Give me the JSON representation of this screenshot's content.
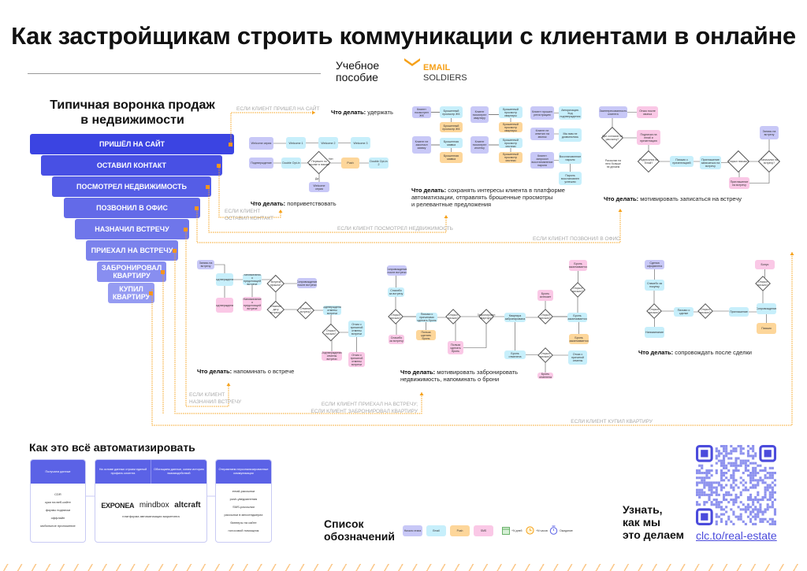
{
  "header": {
    "title": "Как застройщикам строить коммуникации с клиентами в онлайне",
    "manual": [
      "Учебное",
      "пособие"
    ],
    "brand": {
      "line1": "EMAIL",
      "line2": "SOLDIERS"
    }
  },
  "colors": {
    "accent": "#5b62e6",
    "orange": "#f6941d",
    "brand_orange": "#f6a11a"
  },
  "funnel": {
    "title": [
      "Типичная воронка продаж",
      "в недвижимости"
    ],
    "steps": [
      "ПРИШЁЛ НА САЙТ",
      "ОСТАВИЛ КОНТАКТ",
      "ПОСМОТРЕЛ НЕДВИЖИМОСТЬ",
      "ПОЗВОНИЛ В ОФИС",
      "НАЗНАЧИЛ ВСТРЕЧУ",
      "ПРИЕХАЛ НА ВСТРЕЧУ",
      "ЗАБРОНИРОВАЛ КВАРТИРУ",
      "КУПИЛ КВАРТИРУ"
    ]
  },
  "conditions": {
    "site": "ЕСЛИ КЛИЕНТ ПРИШЕЛ НА САЙТ",
    "contact": [
      "ЕСЛИ КЛИЕНТ",
      "ОСТАВИЛ КОНТАКТ"
    ],
    "viewed": "ЕСЛИ КЛИЕНТ ПОСМОТРЕЛ НЕДВИЖИМОСТЬ",
    "called": "ЕСЛИ КЛИЕНТ ПОЗВОНИЛ В ОФИС",
    "meeting": [
      "ЕСЛИ КЛИЕНТ",
      "НАЗНАЧИЛ ВСТРЕЧУ"
    ],
    "arrived": [
      "ЕСЛИ КЛИЕНТ ПРИЕХАЛ НА ВСТРЕЧУ;",
      "ЕСЛИ КЛИЕНТ ЗАБРОНИРОВАЛ КВАРТИРУ"
    ],
    "bought": "ЕСЛИ КЛИЕНТ КУПИЛ КВАРТИРУ"
  },
  "actions": {
    "prefix": "Что делать:",
    "keep": "удержать",
    "greet": "поприветствовать",
    "interests": [
      "сохранять интересы клиента в платформе",
      "автоматизации, отправлять брошенные просмотры",
      "и релевантные предложения"
    ],
    "motivate_meeting": "мотивировать записаться на встречу",
    "remind": "напоминать о встрече",
    "book": [
      "мотивировать забронировать",
      "недвижимость, напоминать о брони"
    ],
    "support": "сопровождать после сделки"
  },
  "flows": [
    {
      "nodes": [
        "Welcome серия",
        "Welcome 1",
        "Welcome 2",
        "Welcome 3",
        "Подтверждение",
        "Double Opt-in",
        "Push",
        "Double Opt-in 2",
        "Welcome серия"
      ],
      "diamonds": [
        "Перешел по ссылке в письме"
      ],
      "answers": [
        "Нет",
        "Да"
      ]
    },
    {
      "nodes": [
        "Клиент посмотрел ЖК",
        "Брошенный просмотр ЖК",
        "Брошенный просмотр ЖК",
        "Клиент не закончил заявку",
        "Брошенная заявка",
        "Брошенная заявка",
        "Клиент посмотрел квартиру",
        "Брошенный просмотр квартиры",
        "Брошенный просмотр квартиры",
        "Клиент посмотрел ипотеку",
        "Брошенный просмотр ипотеки",
        "Брошенный просмотр ипотеки",
        "Клиент прошел регистрацию",
        "Авторизация. Код подтверждения",
        "Клиент не ответил на звонок",
        "Мы вам не дозвонились",
        "Клиент запросил восстановление пароля",
        "Восстановление пароля",
        "Пароль восстановлен успешно"
      ],
      "diamonds": [],
      "answers": []
    },
    {
      "nodes": [
        "Заинтересованность клиента",
        "Отказ после звонка",
        "Подписка на email и презентацию",
        "Письмо с презентацией",
        "Приглашение записаться на встречу",
        "Приглашение на встречу",
        "Запись на встречу"
      ],
      "diamonds": [
        "Дал согласие на рассылку?",
        "Подписался на Email?",
        "Открыл письмо?",
        "Записался на встречу?"
      ],
      "answers": [
        "Да",
        "Нет",
        "Да",
        "Нет",
        "Да",
        "Нет",
        "Да"
      ],
      "note": "Рассылки на него больше не делаем"
    },
    {
      "nodes": [
        "Запись на встречу",
        "Подтверждение",
        "Напоминание о предстоящей встрече",
        "Сопровождение после встречи",
        "Подтверждение",
        "Напоминание о предстоящей встрече",
        "Подтверждение отмены встречи",
        "Отказ с причиной отмены встречи",
        "Подтверждение отмены встречи",
        "Отказ с причиной отмены встречи"
      ],
      "diamonds": [
        "Встреча прошла?",
        "Отменил дату встречи?",
        "Отменил встречу?",
        "Открыл письмо?"
      ],
      "answers": [
        "Да",
        "Нет",
        "Да",
        "Нет"
      ]
    },
    {
      "nodes": [
        "Сопровождение после встречи",
        "Спасибо за встречу",
        "Спасибо за встречу",
        "Письмо с причинами сделать бронь",
        "Польза сделать бронь",
        "Польза сделать бронь",
        "Квартира забронирована",
        "Бронь истекает",
        "Бронь заканчивается",
        "Бронь заканчивается",
        "Бронь заканчивается",
        "Бронь отменена",
        "Отказ с причиной отмены",
        "Бронь отменена"
      ],
      "diamonds": [
        "Открыл письмо?",
        "Открыл письмо?",
        "Забронировал квартиру?",
        "Открыл письмо?",
        "Открыл письмо?",
        "Открыл письмо?"
      ],
      "answers": [
        "Да",
        "Нет"
      ]
    },
    {
      "nodes": [
        "Сделка оформлена",
        "Спасибо за покупку",
        "Письмо о сделке",
        "Приглашение",
        "Бонус",
        "Сопровождение",
        "Письмо",
        "Напоминание"
      ],
      "diamonds": [
        "Открыл письмо?",
        "Открыл письмо?",
        "Открыл письмо?"
      ],
      "answers": [
        "Да",
        "Нет"
      ]
    }
  ],
  "automation": {
    "title": "Как это всё автоматизировать",
    "collect": {
      "header": "Получаем данные",
      "items": [
        "CDR",
        "куки на веб-сайте",
        "формы подписки",
        "оффлайн",
        "мобильное приложение"
      ]
    },
    "platform": {
      "header1": "На основе данных строим единый профиль клиента",
      "header2": "Обогащаем данные, копим историю взаимодействий",
      "logos": [
        "EXPONEA",
        "mindbox",
        "altcraft"
      ],
      "caption": "платформа автоматизации маркетинга"
    },
    "send": {
      "header": "Отправляем персонализированные коммуникации",
      "items": [
        "email-рассылки",
        "push-уведомления",
        "SMS-рассылки",
        "рассылки в мессенджерах",
        "баннеры на сайте",
        "голосовой помощник"
      ]
    }
  },
  "legend": {
    "title": [
      "Список",
      "обозначений"
    ],
    "items": [
      "Начало этапа",
      "Email",
      "Push",
      "SMS"
    ],
    "icons": [
      {
        "icon": "calendar-icon",
        "label": "+N дней"
      },
      {
        "icon": "clock-icon",
        "label": "+N часов"
      },
      {
        "icon": "timer-icon",
        "label": "Ожидание"
      }
    ]
  },
  "cta": {
    "text": [
      "Узнать,",
      "как мы",
      "это делаем"
    ],
    "link": "clc.to/real-estate"
  }
}
